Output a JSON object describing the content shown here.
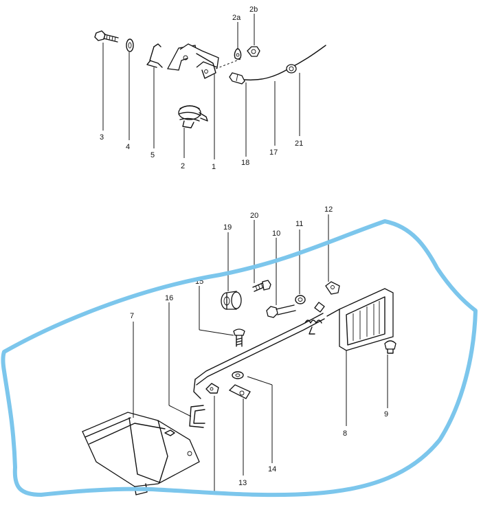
{
  "diagram": {
    "labels": {
      "p1": "1",
      "p2": "2",
      "p2a": "2a",
      "p2b": "2b",
      "p3": "3",
      "p4": "4",
      "p5": "5",
      "p7": "7",
      "p8": "8",
      "p9": "9",
      "p10": "10",
      "p11": "11",
      "p12": "12",
      "p13": "13",
      "p14": "14",
      "p15": "15",
      "p16": "16",
      "p17": "17",
      "p18": "18",
      "p19": "19",
      "p20": "20",
      "p21": "21"
    },
    "colors": {
      "line": "#111111",
      "highlight_marker": "#7cc6ec",
      "background": "#ffffff"
    }
  }
}
